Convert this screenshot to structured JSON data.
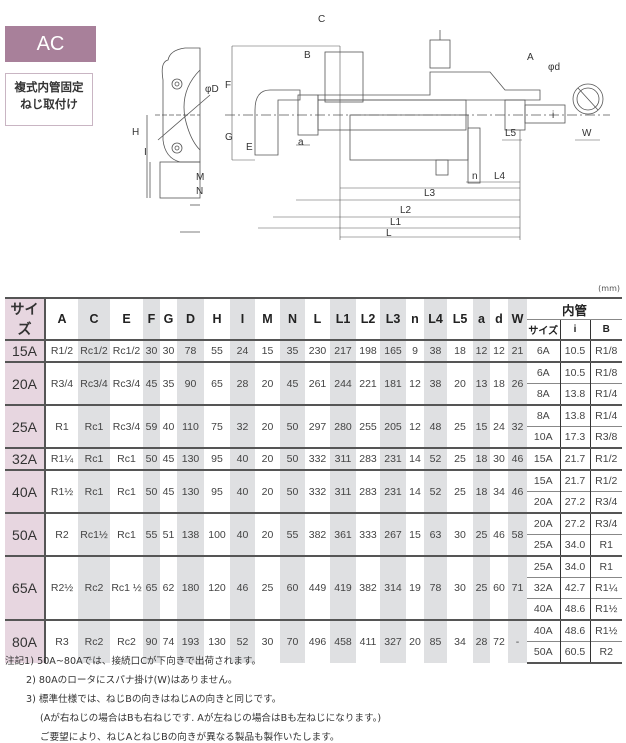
{
  "badge": "AC",
  "caption": [
    "複式内管固定",
    "ねじ取付け"
  ],
  "diagram": {
    "labels": {
      "C": "C",
      "B": "B",
      "A": "A",
      "F": "F",
      "G": "G",
      "H": "H",
      "I": "I",
      "M": "M",
      "N": "N",
      "E": "E",
      "a": "a",
      "phiD": "φD",
      "phid": "φd",
      "i": "i",
      "W": "W",
      "L5": "L5",
      "n": "n",
      "L4": "L4",
      "L3": "L3",
      "L2": "L2",
      "L1": "L1",
      "L": "L"
    }
  },
  "table": {
    "unit": "(mm)",
    "headers": [
      "サイズ",
      "A",
      "C",
      "E",
      "F",
      "G",
      "D",
      "H",
      "I",
      "M",
      "N",
      "L",
      "L1",
      "L2",
      "L3",
      "n",
      "L4",
      "L5",
      "a",
      "d",
      "W"
    ],
    "inner_header": "内管",
    "inner_subheaders": [
      "サイズ",
      "i",
      "B"
    ],
    "rows": [
      {
        "cells": [
          "15A",
          "R1/2",
          "Rc1/2",
          "Rc1/2",
          "30",
          "30",
          "78",
          "55",
          "24",
          "15",
          "35",
          "230",
          "217",
          "198",
          "165",
          "9",
          "38",
          "18",
          "12",
          "12",
          "21"
        ],
        "inner": [
          [
            "6A",
            "10.5",
            "R1/8"
          ]
        ]
      },
      {
        "cells": [
          "20A",
          "R3/4",
          "Rc3/4",
          "Rc3/4",
          "45",
          "35",
          "90",
          "65",
          "28",
          "20",
          "45",
          "261",
          "244",
          "221",
          "181",
          "12",
          "38",
          "20",
          "13",
          "18",
          "26"
        ],
        "inner": [
          [
            "6A",
            "10.5",
            "R1/8"
          ],
          [
            "8A",
            "13.8",
            "R1/4"
          ]
        ]
      },
      {
        "cells": [
          "25A",
          "R1",
          "Rc1",
          "Rc3/4",
          "59",
          "40",
          "110",
          "75",
          "32",
          "20",
          "50",
          "297",
          "280",
          "255",
          "205",
          "12",
          "48",
          "25",
          "15",
          "24",
          "32"
        ],
        "inner": [
          [
            "8A",
            "13.8",
            "R1/4"
          ],
          [
            "10A",
            "17.3",
            "R3/8"
          ]
        ]
      },
      {
        "cells": [
          "32A",
          "R1¼",
          "Rc1",
          "Rc1",
          "50",
          "45",
          "130",
          "95",
          "40",
          "20",
          "50",
          "332",
          "311",
          "283",
          "231",
          "14",
          "52",
          "25",
          "18",
          "30",
          "46"
        ],
        "inner": [
          [
            "15A",
            "21.7",
            "R1/2"
          ]
        ]
      },
      {
        "cells": [
          "40A",
          "R1½",
          "Rc1",
          "Rc1",
          "50",
          "45",
          "130",
          "95",
          "40",
          "20",
          "50",
          "332",
          "311",
          "283",
          "231",
          "14",
          "52",
          "25",
          "18",
          "34",
          "46"
        ],
        "inner": [
          [
            "15A",
            "21.7",
            "R1/2"
          ],
          [
            "20A",
            "27.2",
            "R3/4"
          ]
        ]
      },
      {
        "cells": [
          "50A",
          "R2",
          "Rc1½",
          "Rc1",
          "55",
          "51",
          "138",
          "100",
          "40",
          "20",
          "55",
          "382",
          "361",
          "333",
          "267",
          "15",
          "63",
          "30",
          "25",
          "46",
          "58"
        ],
        "inner": [
          [
            "20A",
            "27.2",
            "R3/4"
          ],
          [
            "25A",
            "34.0",
            "R1"
          ]
        ]
      },
      {
        "cells": [
          "65A",
          "R2½",
          "Rc2",
          "Rc1 ½",
          "65",
          "62",
          "180",
          "120",
          "46",
          "25",
          "60",
          "449",
          "419",
          "382",
          "314",
          "19",
          "78",
          "30",
          "25",
          "60",
          "71"
        ],
        "inner": [
          [
            "25A",
            "34.0",
            "R1"
          ],
          [
            "32A",
            "42.7",
            "R1¼"
          ],
          [
            "40A",
            "48.6",
            "R1½"
          ]
        ]
      },
      {
        "cells": [
          "80A",
          "R3",
          "Rc2",
          "Rc2",
          "90",
          "74",
          "193",
          "130",
          "52",
          "30",
          "70",
          "496",
          "458",
          "411",
          "327",
          "20",
          "85",
          "34",
          "28",
          "72",
          "-"
        ],
        "inner": [
          [
            "40A",
            "48.6",
            "R1½"
          ],
          [
            "50A",
            "60.5",
            "R2"
          ]
        ]
      }
    ]
  },
  "notes": [
    "注記1) 50A~80Aでは、接続口Cが下向きで出荷されます。",
    "2) 80Aのロータにスパナ掛け(W)はありません。",
    "3) 標準仕様では、ねじBの向きはねじAの向きと同じです。",
    "(Aが右ねじの場合はBも右ねじです. Aが左ねじの場合はBも左ねじになります。)",
    "ご要望により、ねじAとねじBの向きが異なる製品も製作いたします。"
  ]
}
